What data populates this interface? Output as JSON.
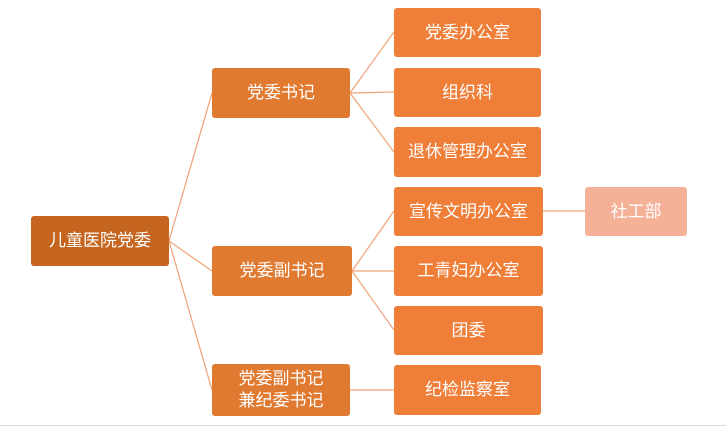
{
  "root": {
    "label": "儿童医院党委"
  },
  "level1": [
    {
      "id": "n1",
      "label": "党委书记"
    },
    {
      "id": "n2",
      "label": "党委副书记"
    },
    {
      "id": "n3",
      "label": "党委副书记\n兼纪委书记"
    }
  ],
  "level2": [
    {
      "id": "m1",
      "parent": "n1",
      "label": "党委办公室"
    },
    {
      "id": "m2",
      "parent": "n1",
      "label": "组织科"
    },
    {
      "id": "m3",
      "parent": "n1",
      "label": "退休管理办公室"
    },
    {
      "id": "m4",
      "parent": "n2",
      "label": "宣传文明办公室"
    },
    {
      "id": "m5",
      "parent": "n2",
      "label": "工青妇办公室"
    },
    {
      "id": "m6",
      "parent": "n2",
      "label": "团委"
    },
    {
      "id": "m7",
      "parent": "n3",
      "label": "纪检监察室"
    }
  ],
  "level3": [
    {
      "id": "k1",
      "parent": "m4",
      "label": "社工部"
    }
  ],
  "colors": {
    "root": "#c5651f",
    "level1": "#e07a30",
    "level2": "#ef7e38",
    "level3": "#f4b197",
    "connector": "#f0a277"
  }
}
